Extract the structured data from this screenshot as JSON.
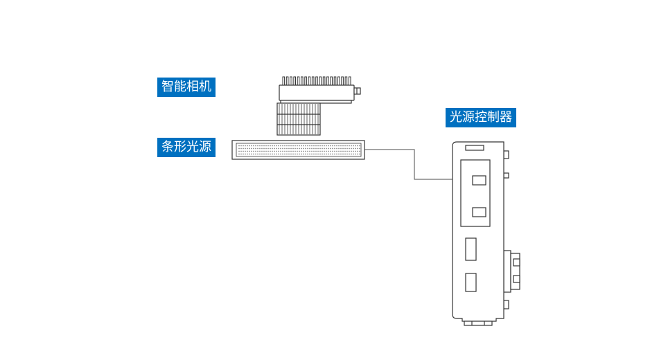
{
  "diagram": {
    "accent_color": "#0070c0",
    "line_color": "#4a4a4a",
    "labels": {
      "camera": "智能相机",
      "light_bar": "条形光源",
      "controller": "光源控制器"
    },
    "icons": {
      "camera": "smart-camera-icon",
      "light_bar": "bar-light-icon",
      "controller": "light-controller-icon"
    }
  }
}
